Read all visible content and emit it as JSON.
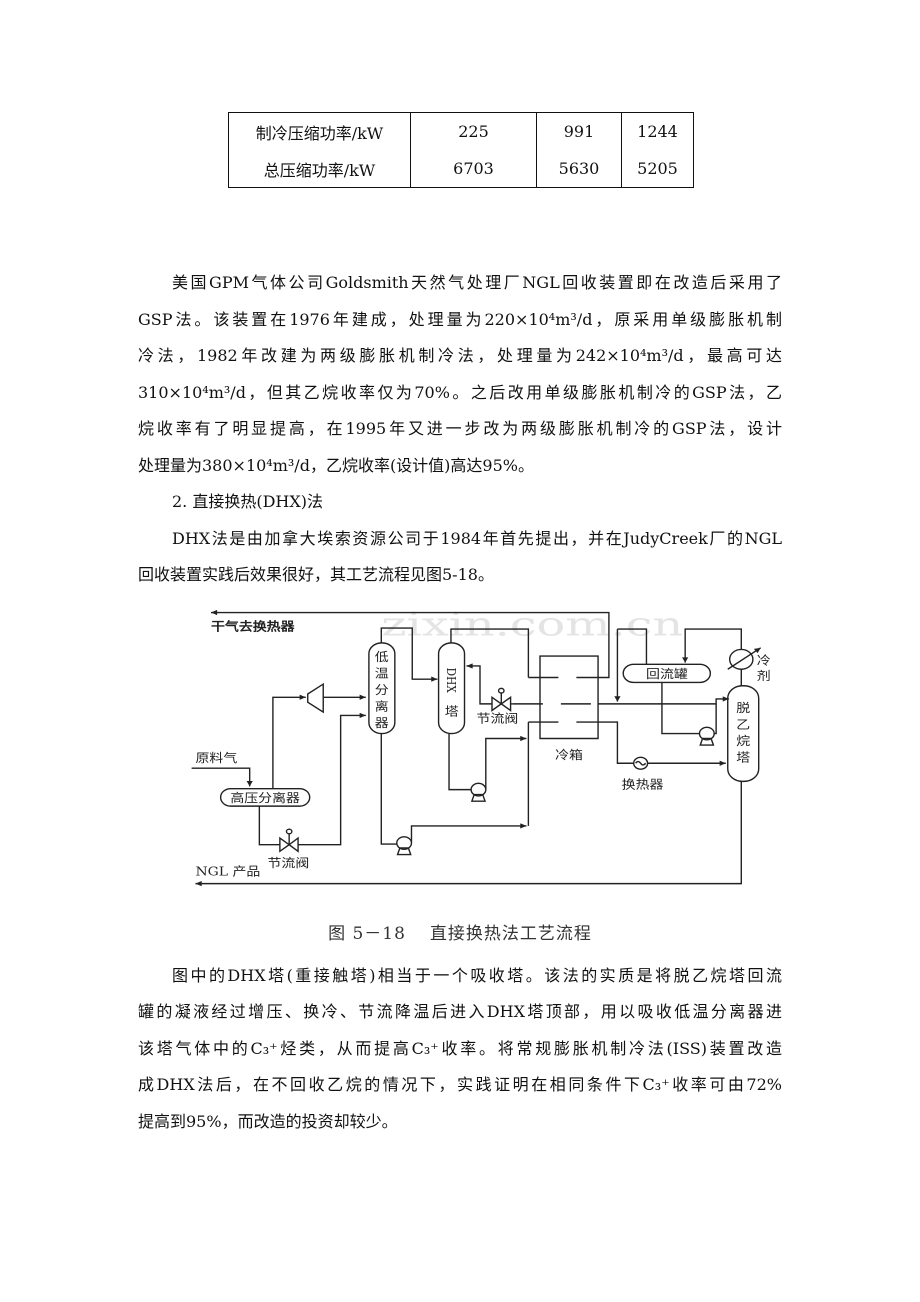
{
  "table": {
    "rows": [
      [
        "制冷压缩功率/kW",
        "225",
        "991",
        "1244"
      ],
      [
        "总压缩功率/kW",
        "6703",
        "5630",
        "5205"
      ]
    ]
  },
  "paragraph1": {
    "lines": [
      "美国GPM气体公司Goldsmith天然气处理厂NGL回收装置即在改造后采用了",
      "GSP法。该装置在1976年建成，处理量为220×10⁴m³/d，原采用单级膨胀机制",
      "冷法，1982年改建为两级膨胀机制冷法，处理量为242×10⁴m³/d，最高可达",
      "310×10⁴m³/d，但其乙烷收率仅为70%。之后改用单级膨胀机制冷的GSP法，乙",
      "烷收率有了明显提高，在1995年又进一步改为两级膨胀机制冷的GSP法，设计",
      "处理量为380×10⁴m³/d，乙烷收率(设计值)高达95%。"
    ]
  },
  "heading": "2. 直接换热(DHX)法",
  "paragraph2": {
    "lines": [
      "DHX法是由加拿大埃索资源公司于1984年首先提出，并在JudyCreek厂的NGL",
      "回收装置实践后效果很好，其工艺流程见图5-18。"
    ]
  },
  "figure": {
    "watermark": "www.zixin.com.cn",
    "labels": {
      "dry_gas": "干气去换热器",
      "feed": "原料气",
      "hp_separator": "高压分离器",
      "lt_separator": "低温分离器",
      "dhx_tower_a": "DHX",
      "dhx_tower_b": "塔",
      "throttle_valve_1": "节流阀",
      "throttle_valve_2": "节流阀",
      "cold_box": "冷箱",
      "reflux_drum": "回流罐",
      "heat_exchanger": "换热器",
      "refrigerant": "冷剂",
      "deethanizer": "脱乙烷塔",
      "ngl_product": "NGL 产品"
    },
    "caption_number": "图 5－18",
    "caption_title": "直接换热法工艺流程"
  },
  "paragraph3": {
    "lines": [
      "图中的DHX塔(重接触塔)相当于一个吸收塔。该法的实质是将脱乙烷塔回流",
      "罐的凝液经过增压、换冷、节流降温后进入DHX塔顶部，用以吸收低温分离器进",
      "该塔气体中的C₃⁺烃类，从而提高C₃⁺收率。将常规膨胀机制冷法(ISS)装置改造",
      "成DHX法后，在不回收乙烷的情况下，实践证明在相同条件下C₃⁺收率可由72%",
      "提高到95%，而改造的投资却较少。"
    ]
  }
}
